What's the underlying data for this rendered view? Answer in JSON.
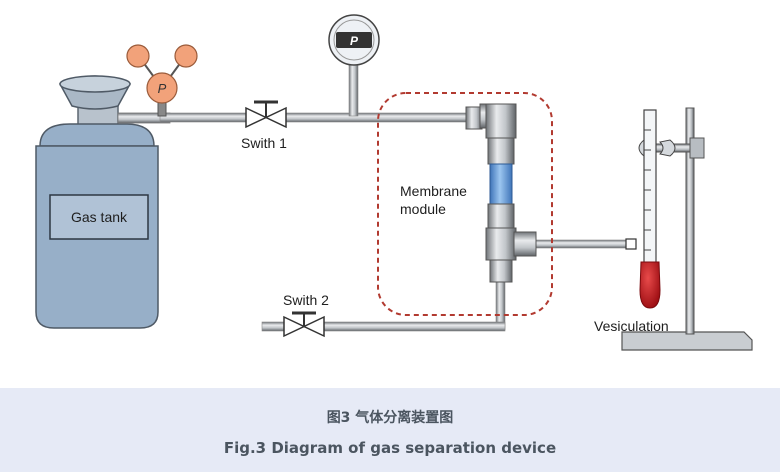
{
  "labels": {
    "gas_tank": "Gas tank",
    "switch_1": "Swith 1",
    "switch_2": "Swith 2",
    "membrane_line1": "Membrane",
    "membrane_line2": "module",
    "vesiculation": "Vesiculation",
    "pressure_gauge": "P",
    "regulator": "P"
  },
  "caption": {
    "cn": "图3 气体分离装置图",
    "en": "Fig.3 Diagram of gas separation device"
  },
  "colors": {
    "tank_body": "#97afc8",
    "membrane": "#6b9fdc",
    "membrane_outline": "#b23a30",
    "regulator": "#f2a27a",
    "bulb": "#c0161b",
    "caption_band": "#e6eaf6"
  }
}
